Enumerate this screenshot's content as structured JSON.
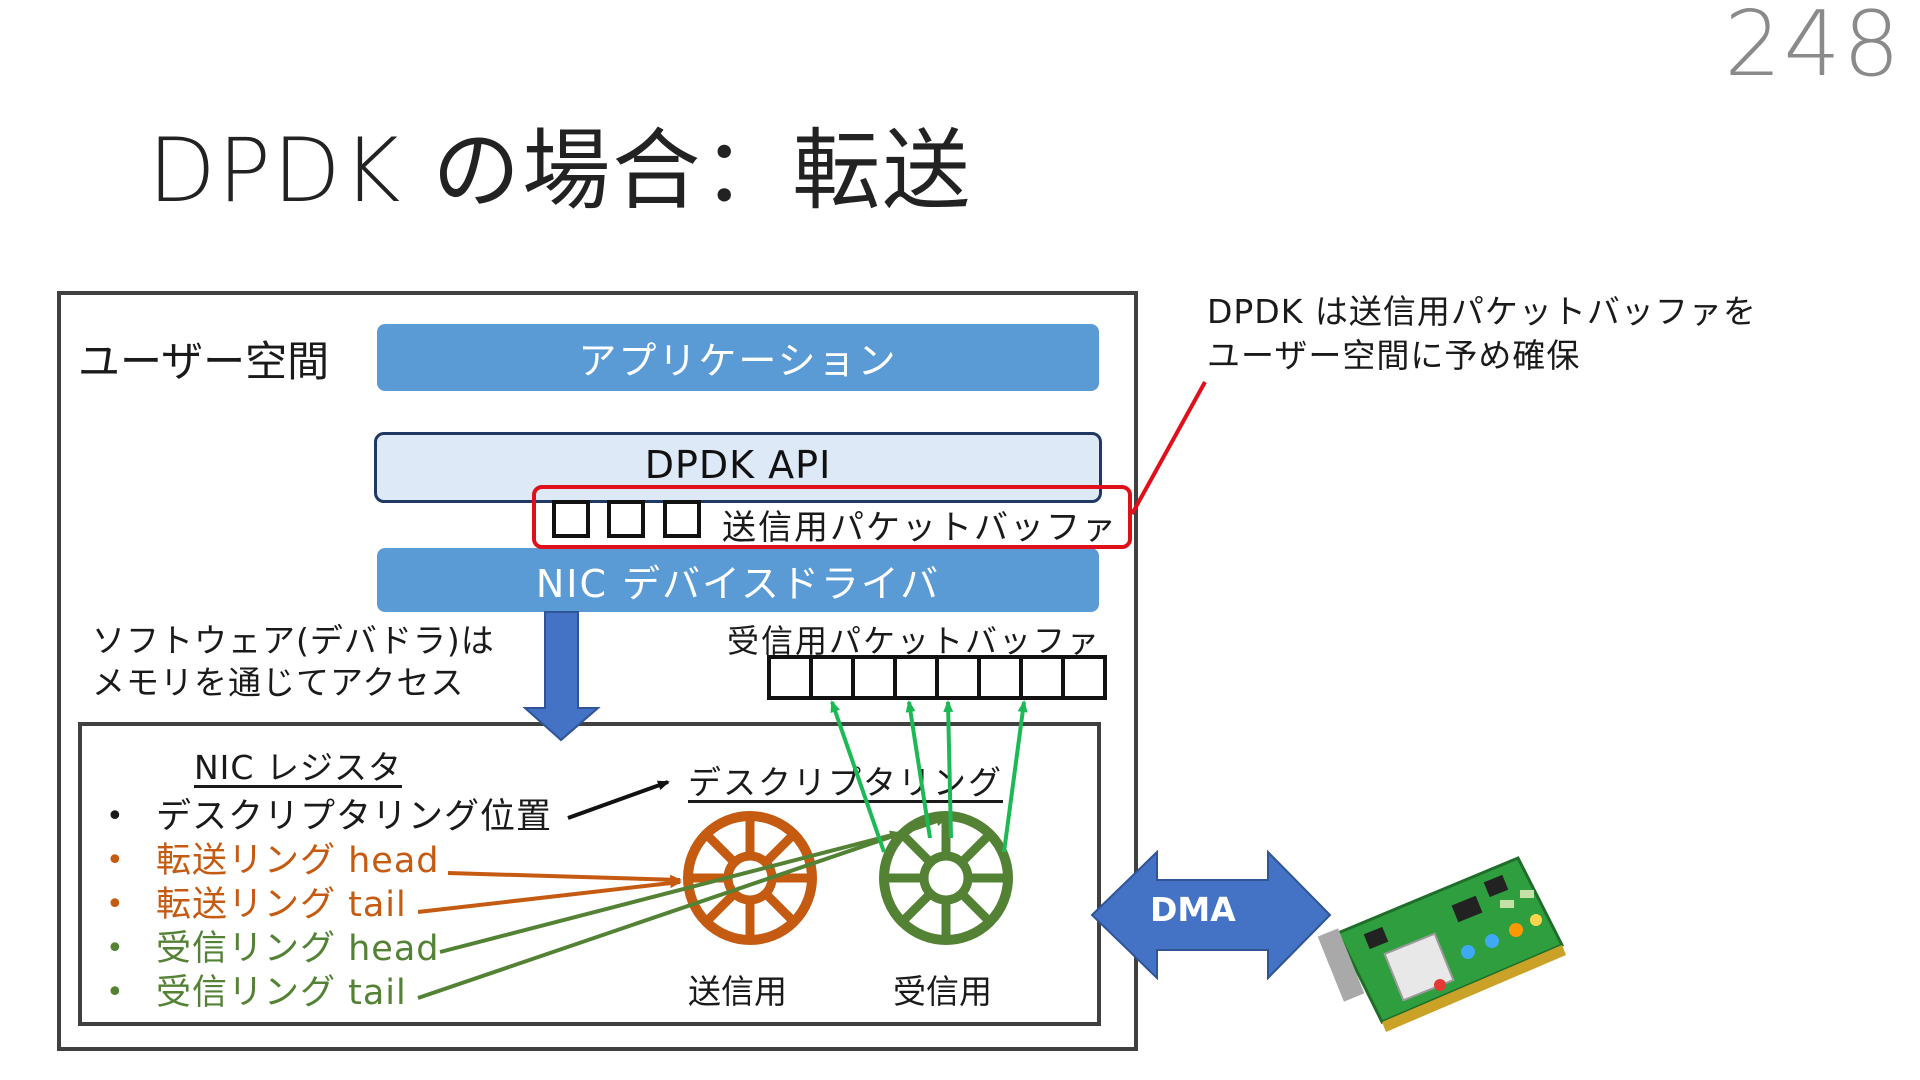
{
  "page_number": "248",
  "title": "DPDK の場合：転送",
  "user_space_label": "ユーザー空間",
  "app_label": "アプリケーション",
  "api_label": "DPDK API",
  "driver_label": "NIC デバイスドライバ",
  "tx_buffer_label": "送信用パケットバッファ",
  "callout": {
    "line1": "DPDK は送信用パケットバッファを",
    "line2": "ユーザー空間に予め確保"
  },
  "software_note": {
    "line1": "ソフトウェア(デバドラ)は",
    "line2": "メモリを通じてアクセス"
  },
  "rx_buffer_label": "受信用パケットバッファ",
  "nic_registers": {
    "title": "NIC レジスタ",
    "items": [
      {
        "bullet": "•",
        "text": "デスクリプタリング位置",
        "color": "#1a1a1a"
      },
      {
        "bullet": "•",
        "text": "転送リング head",
        "color": "#c55a11"
      },
      {
        "bullet": "•",
        "text": "転送リング tail",
        "color": "#c55a11"
      },
      {
        "bullet": "•",
        "text": "受信リング head",
        "color": "#548235"
      },
      {
        "bullet": "•",
        "text": "受信リング tail",
        "color": "#548235"
      }
    ]
  },
  "descriptor_ring_title": "デスクリプタリング",
  "tx_ring_label": "送信用",
  "rx_ring_label": "受信用",
  "dma_label": "DMA",
  "colors": {
    "accent_blue": "#5b9bd5",
    "tx_orange": "#c55a11",
    "rx_green": "#548235",
    "arrow_green": "#1db954",
    "highlight_red": "#e0101a",
    "dma_blue": "#4472c4"
  }
}
